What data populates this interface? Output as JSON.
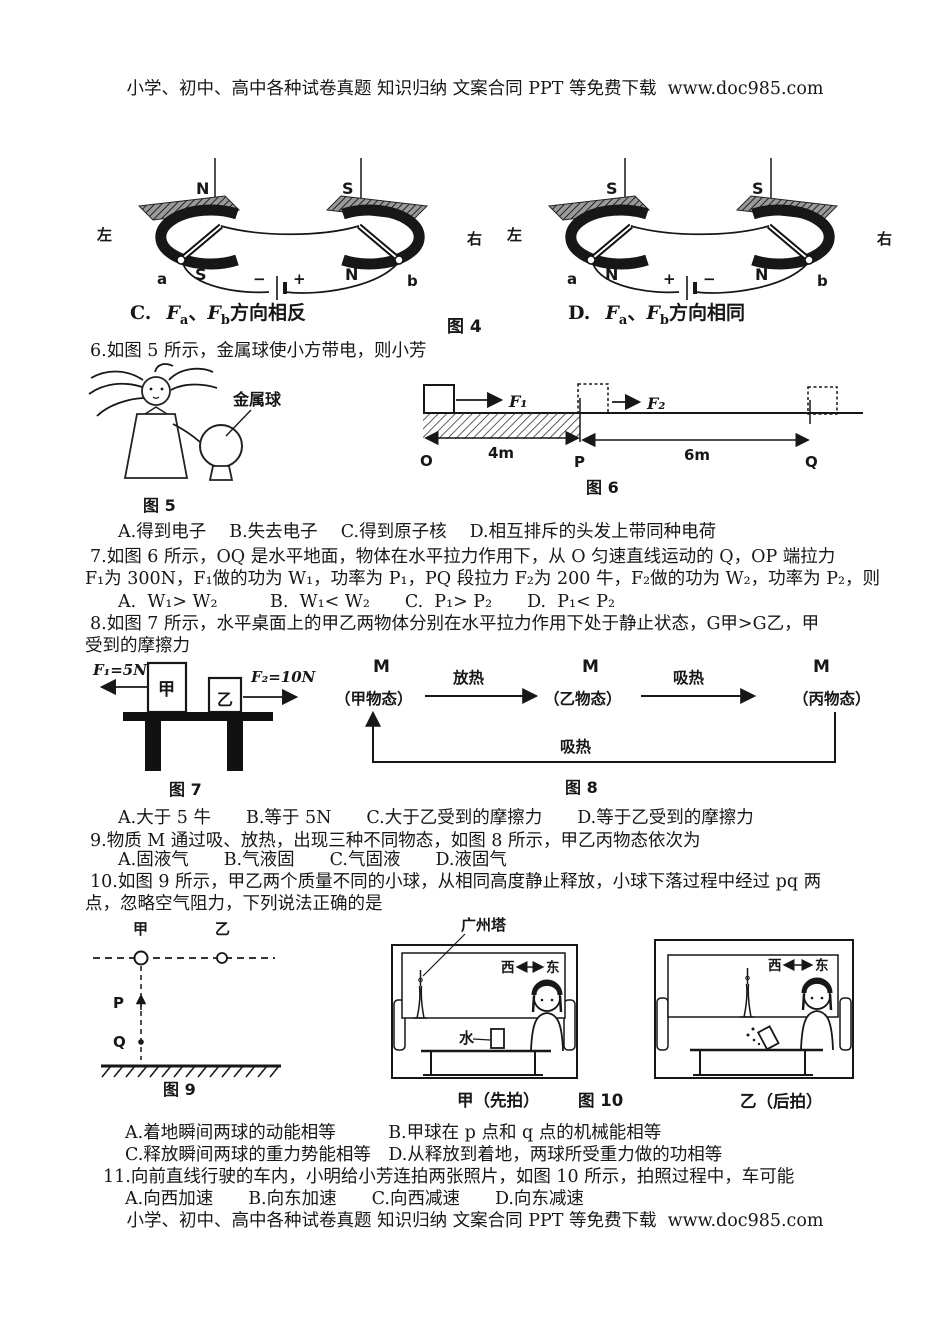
{
  "header": {
    "text": "小学、初中、高中各种试卷真题 知识归纳 文案合同 PPT 等免费下载  www.doc985.com"
  },
  "footer": {
    "text": "小学、初中、高中各种试卷真题 知识归纳 文案合同 PPT 等免费下载  www.doc985.com"
  },
  "fig4": {
    "label": "图 4",
    "caption_c": {
      "opt": "C.",
      "f": "F",
      "suba": "a",
      "sep": "、",
      "f2": "F",
      "subb": "b",
      "rest": "方向相反"
    },
    "caption_d": {
      "opt": "D.",
      "f": "F",
      "suba": "a",
      "sep": "、",
      "f2": "F",
      "subb": "b",
      "rest": "方向相同"
    },
    "left_diagram": {
      "edge_left": "左",
      "edge_right": "右",
      "top_left_pole": "N",
      "top_right_pole": "S",
      "bottom_left_pole": "S",
      "bottom_right_pole": "N",
      "terminal_a": "a",
      "terminal_b": "b",
      "battery_left": "−",
      "battery_right": "+"
    },
    "right_diagram": {
      "edge_left": "左",
      "edge_right": "右",
      "top_left_pole": "S",
      "top_right_pole": "S",
      "bottom_left_pole": "N",
      "bottom_right_pole": "N",
      "terminal_a": "a",
      "terminal_b": "b",
      "battery_left": "+",
      "battery_right": "−"
    }
  },
  "questions": {
    "q6": {
      "stem": "6.如图 5 所示，金属球使小方带电，则小芳",
      "options": "A.得到电子　 B.失去电子　 C.得到原子核　 D.相互排斥的头发上带同种电荷"
    },
    "q7": {
      "stem_line1": "7.如图 6 所示，OQ 是水平地面，物体在水平拉力作用下，从 O 匀速直线运动的 Q，OP 端拉力",
      "stem_line2": "F₁为 300N，F₁做的功为 W₁，功率为 P₁，PQ 段拉力 F₂为 200 牛，F₂做的功为 W₂，功率为 P₂，则",
      "options": "A.  W₁> W₂　　　B.  W₁< W₂　　C.  P₁> P₂　　D.  P₁< P₂"
    },
    "q8": {
      "stem_line1": "8.如图 7 所示，水平桌面上的甲乙两物体分别在水平拉力作用下处于静止状态，G甲>G乙，甲",
      "stem_line2": "受到的摩擦力",
      "options": "A.大于 5 牛　　B.等于 5N　　C.大于乙受到的摩擦力　　D.等于乙受到的摩擦力"
    },
    "q9": {
      "stem": "9.物质 M 通过吸、放热，出现三种不同物态，如图 8 所示，甲乙丙物态依次为",
      "options": "A.固液气　　B.气液固　　C.气固液　　D.液固气"
    },
    "q10": {
      "stem_line1": "10.如图 9 所示，甲乙两个质量不同的小球，从相同高度静止释放，小球下落过程中经过 pq 两",
      "stem_line2": "点，忽略空气阻力，下列说法正确的是",
      "options_ab": "A.着地瞬间两球的动能相等　　　B.甲球在 p 点和 q 点的机械能相等",
      "options_cd": "C.释放瞬间两球的重力势能相等　D.从释放到着地，两球所受重力做的功相等"
    },
    "q11": {
      "stem": "11.向前直线行驶的车内，小明给小芳连拍两张照片，如图 10 所示，拍照过程中，车可能",
      "options": "A.向西加速　　B.向东加速　　C.向西减速　　D.向东减速"
    }
  },
  "fig5": {
    "ball_label": "金属球",
    "caption": "图 5"
  },
  "fig6": {
    "f1": "F₁",
    "f2": "F₂",
    "o": "O",
    "p": "P",
    "q": "Q",
    "d1": "4m",
    "d2": "6m",
    "caption": "图 6"
  },
  "fig7": {
    "f1": "F₁=5N",
    "block1": "甲",
    "block2": "乙",
    "f2": "F₂=10N",
    "caption": "图 7"
  },
  "fig8": {
    "m1": "M",
    "state1": "（甲物态）",
    "arrow1": "放热",
    "m2": "M",
    "state2": "（乙物态）",
    "arrow2": "吸热",
    "m3": "M",
    "state3": "（丙物态）",
    "loop": "吸热",
    "caption": "图 8"
  },
  "fig9": {
    "ball1": "甲",
    "ball2": "乙",
    "p": "P",
    "q": "Q",
    "caption": "图 9"
  },
  "fig10": {
    "tower_label": "广州塔",
    "west": "西",
    "east": "东",
    "water": "水",
    "caption_left": "甲（先拍）",
    "label": "图 10",
    "caption_right": "乙（后拍）"
  }
}
